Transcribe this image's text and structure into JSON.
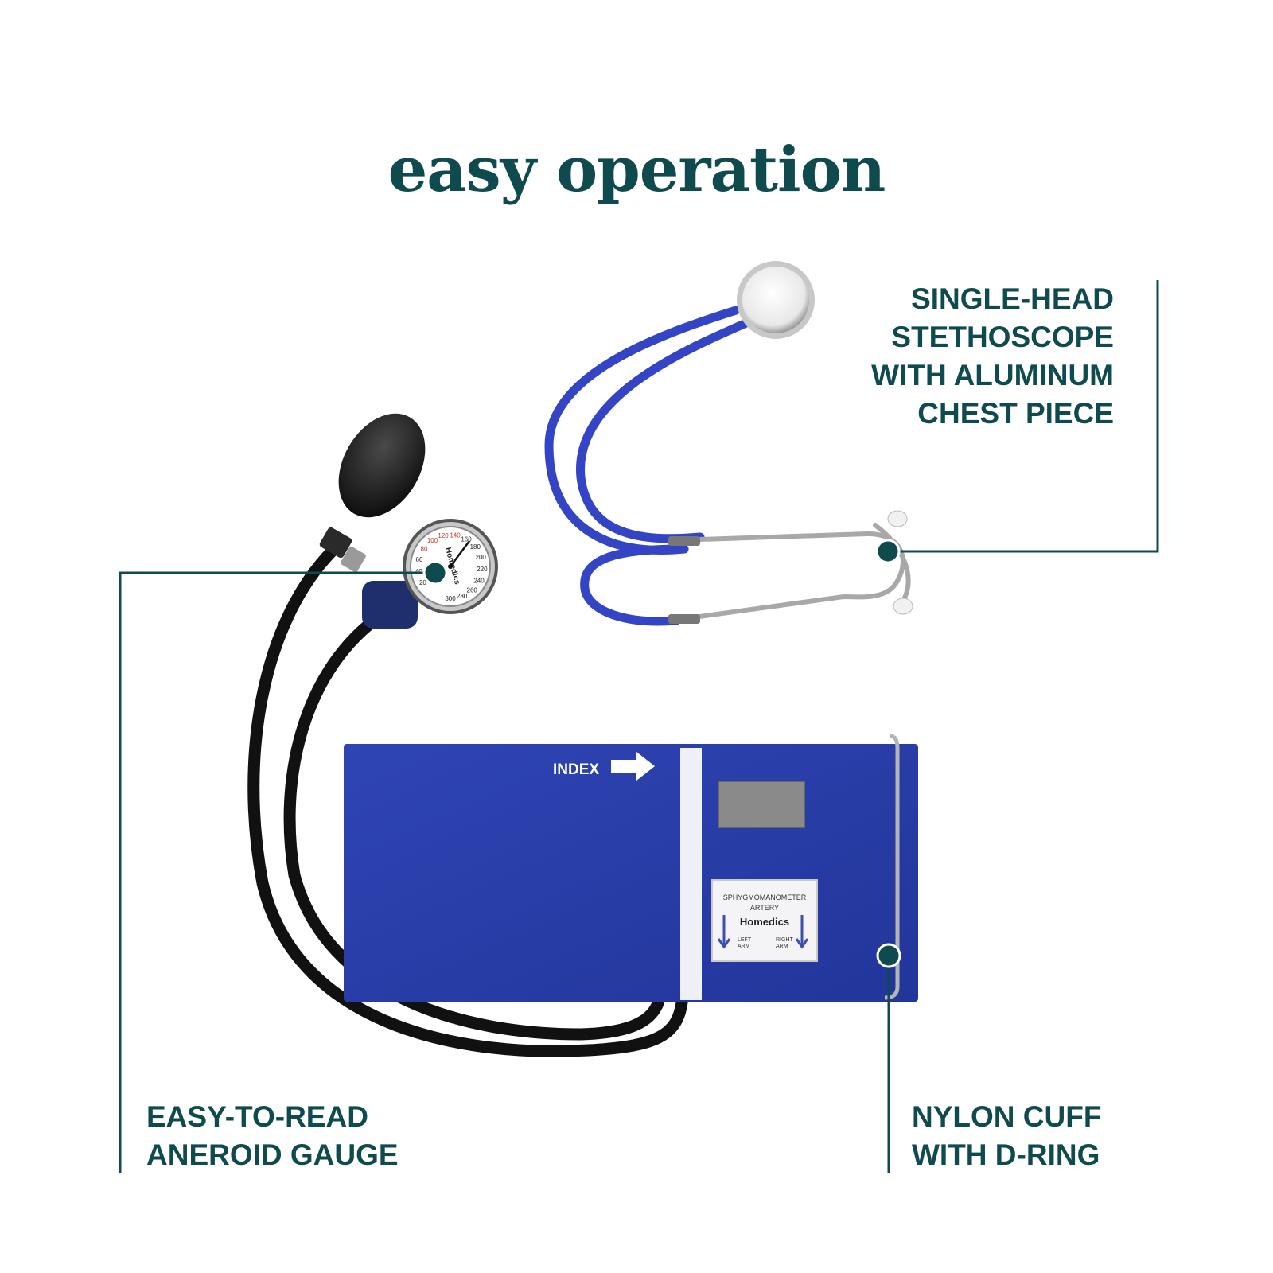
{
  "headline": "easy operation",
  "colors": {
    "teal": "#0f4a4f",
    "cuff_blue": "#2a3fa8",
    "tube_blue": "#3345c4"
  },
  "callouts": {
    "stethoscope": "SINGLE-HEAD\nSTETHOSCOPE\nWITH ALUMINUM\nCHEST PIECE",
    "gauge": "EASY-TO-READ\nANEROID GAUGE",
    "cuff": "NYLON CUFF\nWITH D-RING"
  },
  "product": {
    "cuff_index_label": "INDEX",
    "tag": {
      "line1": "SPHYGMOMANOMETER",
      "line2": "ARTERY",
      "brand": "Homedics",
      "left_arm": "LEFT\nARM",
      "right_arm": "RIGHT\nARM"
    },
    "gauge_brand": "Homedics",
    "gauge_ticks": [
      "20",
      "40",
      "60",
      "80",
      "100",
      "120",
      "140",
      "160",
      "180",
      "200",
      "220",
      "240",
      "260",
      "280",
      "300"
    ]
  }
}
